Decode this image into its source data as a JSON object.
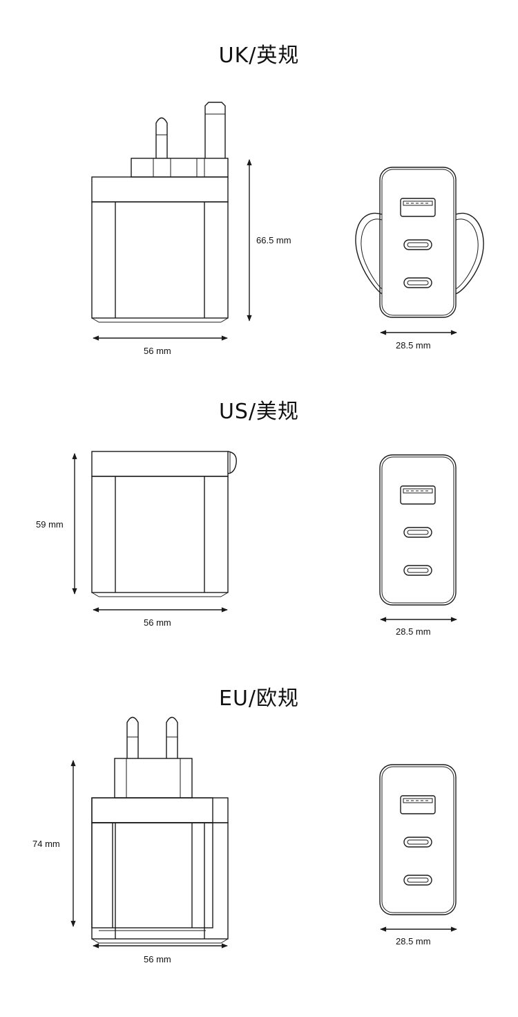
{
  "uk": {
    "title": "UK/英规",
    "height_label": "66.5 mm",
    "width_label": "56 mm",
    "depth_label": "28.5 mm"
  },
  "us": {
    "title": "US/美规",
    "height_label": "59 mm",
    "width_label": "56 mm",
    "depth_label": "28.5 mm"
  },
  "eu": {
    "title": "EU/欧规",
    "height_label": "74 mm",
    "width_label": "56 mm",
    "depth_label": "28.5 mm"
  }
}
